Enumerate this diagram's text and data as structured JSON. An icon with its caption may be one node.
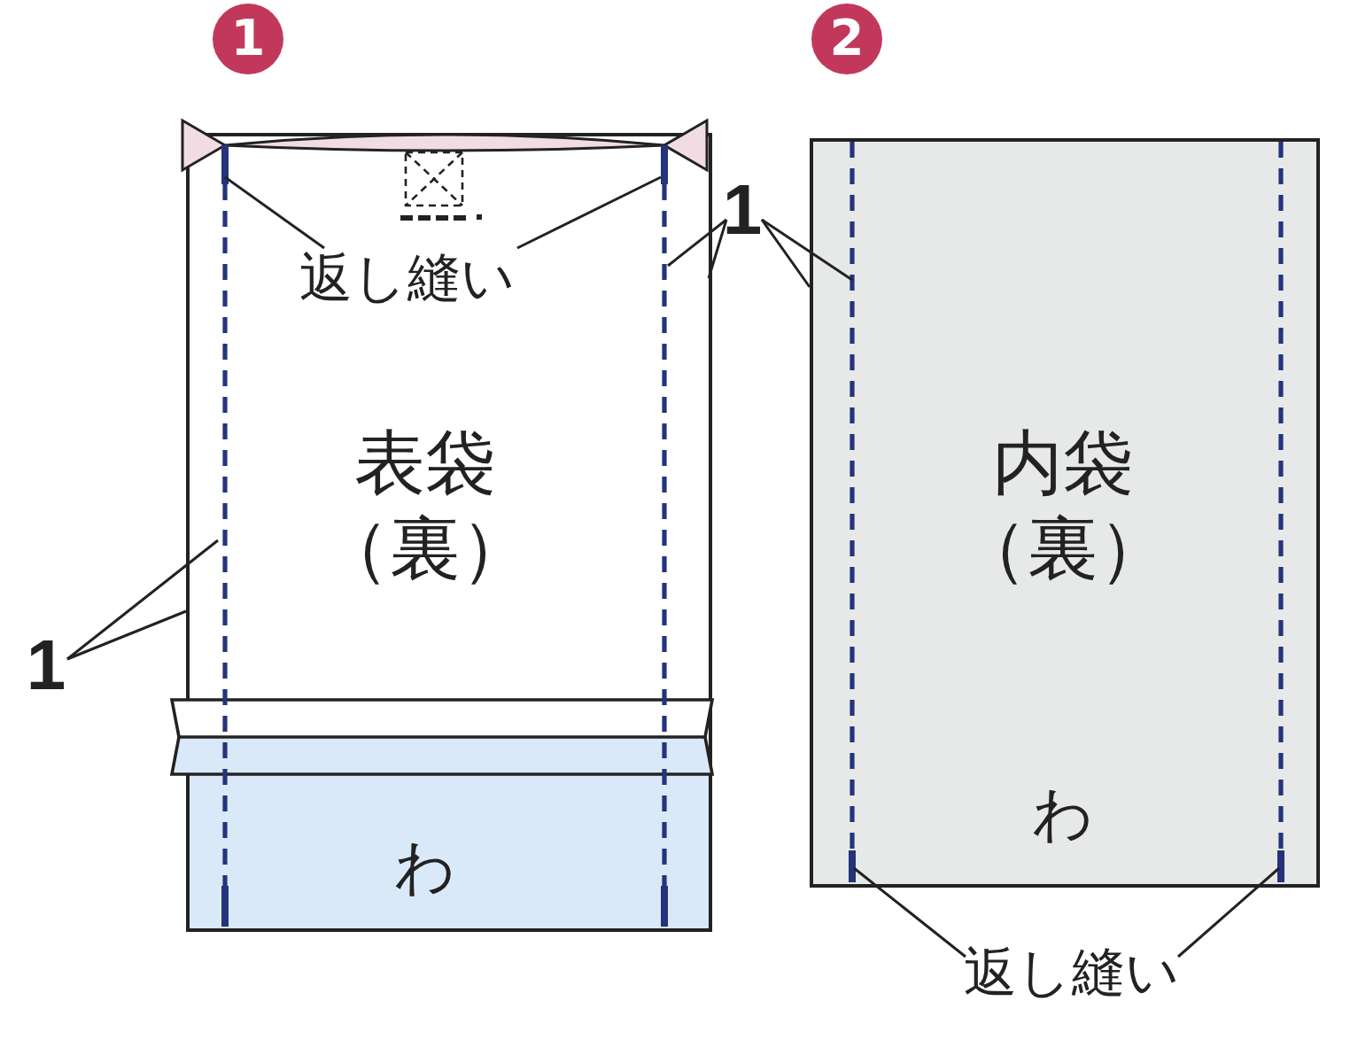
{
  "diagram": {
    "nodes": [
      {
        "text": [
          "1"
        ]
      },
      {
        "text": [
          "表袋（裏）",
          "わ"
        ]
      },
      {
        "text": [
          "返し縫い"
        ],
        "in": 1
      },
      {
        "text": [
          "1"
        ]
      },
      {
        "text": [
          "2"
        ]
      },
      {
        "text": [
          "1"
        ]
      },
      {
        "text": [
          "内袋（裏）",
          "わ"
        ]
      },
      {
        "text": [
          "返し縫い"
        ]
      }
    ],
    "edges": [
      {
        "from": 2,
        "to": 1,
        "arrow": "none"
      },
      {
        "from": 2,
        "to": 1,
        "arrow": "none"
      },
      {
        "from": 3,
        "to": 1,
        "arrow": "none"
      },
      {
        "from": 3,
        "to": 1,
        "arrow": "none"
      },
      {
        "from": 5,
        "to": 1,
        "arrow": "none"
      },
      {
        "from": 5,
        "to": 1,
        "arrow": "none"
      },
      {
        "from": 5,
        "to": 6,
        "arrow": "none"
      },
      {
        "from": 5,
        "to": 6,
        "arrow": "none"
      },
      {
        "from": 7,
        "to": 6,
        "arrow": "none"
      },
      {
        "from": 7,
        "to": 6,
        "arrow": "none"
      }
    ]
  }
}
